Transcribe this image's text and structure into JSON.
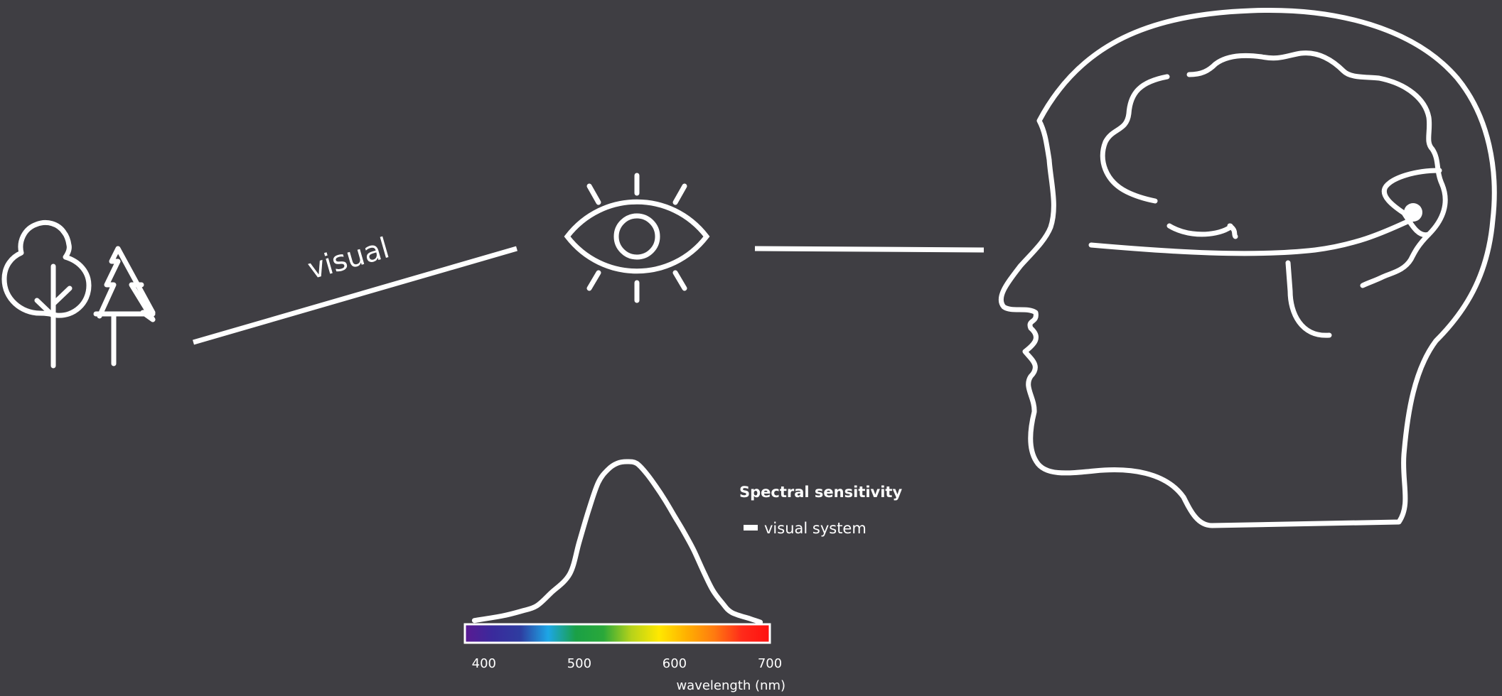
{
  "colors": {
    "background": "#3f3e43",
    "stroke": "#ffffff",
    "spectrum": [
      "#5a1a92",
      "#3a2a9c",
      "#2e3da0",
      "#1da6e6",
      "#1aa046",
      "#2aa83a",
      "#b6d21a",
      "#ffe800",
      "#ffb000",
      "#ff7a10",
      "#ff2a1a",
      "#ff1010"
    ]
  },
  "icons": {
    "scene": "trees-icon",
    "eye": "eye-icon",
    "head": "human-head-brain-icon"
  },
  "labels": {
    "pathway": "visual"
  },
  "legend": {
    "title": "Spectral sensitivity",
    "items": [
      {
        "label": "visual system",
        "color": "#ffffff"
      }
    ]
  },
  "chart_data": {
    "type": "line",
    "title": "",
    "xlabel": "wavelength (nm)",
    "ylabel": "",
    "xlim": [
      380,
      700
    ],
    "xticks": [
      400,
      500,
      600,
      700
    ],
    "grid": false,
    "series": [
      {
        "name": "visual system",
        "x": [
          390,
          420,
          440,
          455,
          470,
          490,
          500,
          510,
          520,
          530,
          540,
          550,
          560,
          570,
          580,
          590,
          600,
          610,
          620,
          630,
          640,
          650,
          660,
          680,
          690
        ],
        "y": [
          0.01,
          0.04,
          0.07,
          0.1,
          0.18,
          0.3,
          0.5,
          0.7,
          0.87,
          0.95,
          0.99,
          1.0,
          0.99,
          0.93,
          0.85,
          0.76,
          0.66,
          0.56,
          0.45,
          0.32,
          0.2,
          0.12,
          0.06,
          0.02,
          0.0
        ]
      }
    ]
  }
}
